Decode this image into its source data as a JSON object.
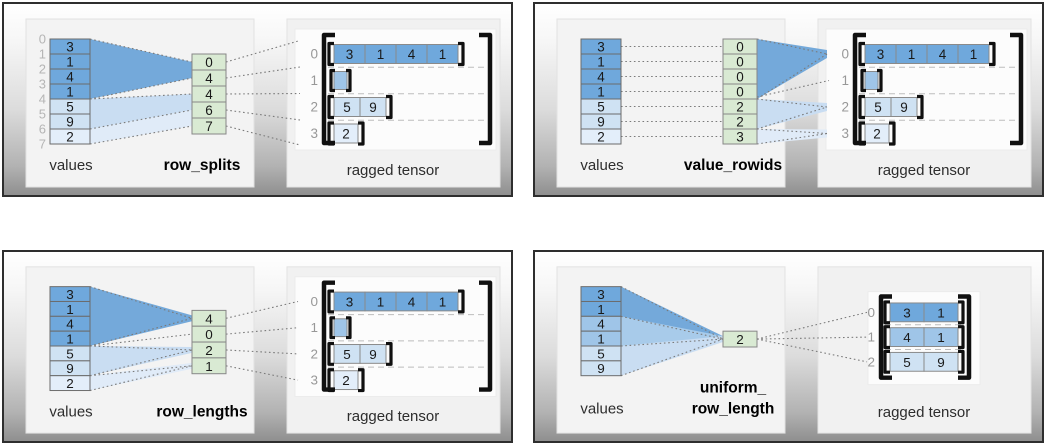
{
  "palette": {
    "cell_dark": "#6fa8dc",
    "cell_medium": "#9fc5e8",
    "cell_light": "#cfe2f3",
    "cell_lighter": "#e3eefa",
    "fan_dark": "#74a9da",
    "fan_medium": "#a8cbea",
    "fan_light": "#c9ddf2",
    "fan_lighter": "#e0ebf8",
    "param_fill": "#d9ead3",
    "param_border": "#878787",
    "cell_border": "#6b6b6b",
    "tensor_cell_border": "#8a8a8a",
    "bracket": "#101010",
    "index_gray": "#989898",
    "value_index_gray": "#b5b5b5",
    "label_color": "#2d2d2d",
    "dotted_line": "#7a7a7a",
    "dashed_separator": "#bdbdbd"
  },
  "panels": [
    {
      "id": "row_splits",
      "values_label": "values",
      "param_label": "row_splits",
      "tensor_label": "ragged tensor",
      "values": [
        3,
        1,
        4,
        1,
        5,
        9,
        2
      ],
      "value_shades": [
        "dark",
        "dark",
        "dark",
        "dark",
        "light",
        "light",
        "lighter"
      ],
      "value_indices": [
        0,
        1,
        2,
        3,
        4,
        5,
        6,
        7
      ],
      "param_values": [
        0,
        4,
        4,
        6,
        7
      ],
      "tensor_rows": [
        {
          "index": 0,
          "cells": [
            3,
            1,
            4,
            1
          ],
          "shade": "dark"
        },
        {
          "index": 1,
          "cells": [],
          "shade": "medium"
        },
        {
          "index": 2,
          "cells": [
            5,
            9
          ],
          "shade": "light"
        },
        {
          "index": 3,
          "cells": [
            2
          ],
          "shade": "lighter"
        }
      ]
    },
    {
      "id": "value_rowids",
      "values_label": "values",
      "param_label": "value_rowids",
      "tensor_label": "ragged tensor",
      "values": [
        3,
        1,
        4,
        1,
        5,
        9,
        2
      ],
      "value_shades": [
        "dark",
        "dark",
        "dark",
        "dark",
        "light",
        "light",
        "lighter"
      ],
      "param_values": [
        0,
        0,
        0,
        0,
        2,
        2,
        3
      ],
      "tensor_rows": [
        {
          "index": 0,
          "cells": [
            3,
            1,
            4,
            1
          ],
          "shade": "dark"
        },
        {
          "index": 1,
          "cells": [],
          "shade": "medium"
        },
        {
          "index": 2,
          "cells": [
            5,
            9
          ],
          "shade": "light"
        },
        {
          "index": 3,
          "cells": [
            2
          ],
          "shade": "lighter"
        }
      ]
    },
    {
      "id": "row_lengths",
      "values_label": "values",
      "param_label": "row_lengths",
      "tensor_label": "ragged tensor",
      "values": [
        3,
        1,
        4,
        1,
        5,
        9,
        2
      ],
      "value_shades": [
        "dark",
        "dark",
        "dark",
        "dark",
        "light",
        "light",
        "lighter"
      ],
      "param_values": [
        4,
        0,
        2,
        1
      ],
      "tensor_rows": [
        {
          "index": 0,
          "cells": [
            3,
            1,
            4,
            1
          ],
          "shade": "dark"
        },
        {
          "index": 1,
          "cells": [],
          "shade": "medium"
        },
        {
          "index": 2,
          "cells": [
            5,
            9
          ],
          "shade": "light"
        },
        {
          "index": 3,
          "cells": [
            2
          ],
          "shade": "lighter"
        }
      ]
    },
    {
      "id": "uniform_row_length",
      "values_label": "values",
      "param_label_line1": "uniform_",
      "param_label_line2": "row_length",
      "tensor_label": "ragged tensor",
      "values": [
        3,
        1,
        4,
        1,
        5,
        9
      ],
      "value_shades": [
        "dark",
        "dark",
        "medium",
        "medium",
        "light",
        "light"
      ],
      "param_values": [
        2
      ],
      "tensor_rows": [
        {
          "index": 0,
          "cells": [
            3,
            1
          ],
          "shade": "dark"
        },
        {
          "index": 1,
          "cells": [
            4,
            1
          ],
          "shade": "medium"
        },
        {
          "index": 2,
          "cells": [
            5,
            9
          ],
          "shade": "light"
        }
      ]
    }
  ]
}
